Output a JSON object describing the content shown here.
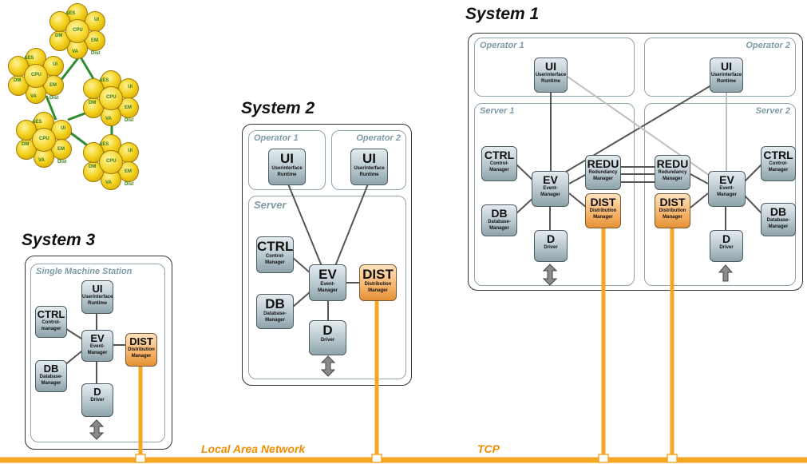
{
  "systems": {
    "system1": {
      "title": "System 1",
      "operator1": "Operator 1",
      "operator2": "Operator 2",
      "server1": "Server 1",
      "server2": "Server 2"
    },
    "system2": {
      "title": "System 2",
      "operator1": "Operator 1",
      "operator2": "Operator 2",
      "server": "Server"
    },
    "system3": {
      "title": "System 3",
      "station": "Single Machine Station"
    }
  },
  "network": {
    "lan_label": "Local Area Network",
    "tcp_label": "TCP",
    "colors": {
      "lan": "#f5a623",
      "module_grey": "#a9bac1",
      "dist_orange": "#f7b36a"
    }
  },
  "modules": {
    "s1_ui_op1": {
      "abbr": "UI",
      "line1": "Userinterface",
      "line2": "Runtime"
    },
    "s1_ui_op2": {
      "abbr": "UI",
      "line1": "Userinterface",
      "line2": "Runtime"
    },
    "s1_ctrl_s1": {
      "abbr": "CTRL",
      "line1": "Control-",
      "line2": "Manager"
    },
    "s1_ev_s1": {
      "abbr": "EV",
      "line1": "Event-",
      "line2": "Manager"
    },
    "s1_redu_s1": {
      "abbr": "REDU",
      "line1": "Redundancy",
      "line2": "Manager"
    },
    "s1_dist_s1": {
      "abbr": "DIST",
      "line1": "Distribution",
      "line2": "Manager"
    },
    "s1_db_s1": {
      "abbr": "DB",
      "line1": "Database-",
      "line2": "Manager"
    },
    "s1_d_s1": {
      "abbr": "D",
      "line1": "Driver",
      "line2": ""
    },
    "s1_redu_s2": {
      "abbr": "REDU",
      "line1": "Redundancy",
      "line2": "Manager"
    },
    "s1_dist_s2": {
      "abbr": "DIST",
      "line1": "Distribution",
      "line2": "Manager"
    },
    "s1_ev_s2": {
      "abbr": "EV",
      "line1": "Event-",
      "line2": "Manager"
    },
    "s1_ctrl_s2": {
      "abbr": "CTRL",
      "line1": "Control-",
      "line2": "Manager"
    },
    "s1_db_s2": {
      "abbr": "DB",
      "line1": "Database-",
      "line2": "Manager"
    },
    "s1_d_s2": {
      "abbr": "D",
      "line1": "Driver",
      "line2": ""
    },
    "s2_ui_op1": {
      "abbr": "UI",
      "line1": "Userinterface",
      "line2": "Runtime"
    },
    "s2_ui_op2": {
      "abbr": "UI",
      "line1": "Userinterface",
      "line2": "Runtime"
    },
    "s2_ctrl": {
      "abbr": "CTRL",
      "line1": "Control-",
      "line2": "Manager"
    },
    "s2_ev": {
      "abbr": "EV",
      "line1": "Event-",
      "line2": "Manager"
    },
    "s2_dist": {
      "abbr": "DIST",
      "line1": "Distribution",
      "line2": "Manager"
    },
    "s2_db": {
      "abbr": "DB",
      "line1": "Database-",
      "line2": "Manager"
    },
    "s2_d": {
      "abbr": "D",
      "line1": "Driver",
      "line2": ""
    },
    "s3_ui": {
      "abbr": "UI",
      "line1": "Userinterface",
      "line2": "Runtime"
    },
    "s3_ctrl": {
      "abbr": "CTRL",
      "line1": "Control-",
      "line2": "manager"
    },
    "s3_ev": {
      "abbr": "EV",
      "line1": "Event-",
      "line2": "Manager"
    },
    "s3_dist": {
      "abbr": "DIST",
      "line1": "Distribution",
      "line2": "Manager"
    },
    "s3_db": {
      "abbr": "DB",
      "line1": "Database-",
      "line2": "Manager"
    },
    "s3_d": {
      "abbr": "D",
      "line1": "Driver",
      "line2": ""
    }
  },
  "cluster": {
    "f1": {
      "n": "AES",
      "e": "UI",
      "s": "EM",
      "w": "DM",
      "c": "CPU",
      "sw": "VA",
      "se": "Dist"
    },
    "f2": {
      "n": "AES",
      "e": "UI",
      "s": "EM",
      "w": "DM",
      "c": "CPU",
      "sw": "VA",
      "se": "Dist"
    },
    "f3": {
      "n": "AES",
      "e": "UI",
      "s": "EM",
      "w": "DM",
      "c": "CPU",
      "sw": "VA",
      "se": "Dist"
    },
    "f4": {
      "n": "AES",
      "e": "UI",
      "s": "EM",
      "w": "DM",
      "c": "CPU",
      "sw": "VA",
      "se": "Dist"
    },
    "f5": {
      "n": "AES",
      "e": "UI",
      "s": "EM",
      "w": "DM",
      "c": "CPU",
      "sw": "VA",
      "se": "Dist"
    }
  }
}
